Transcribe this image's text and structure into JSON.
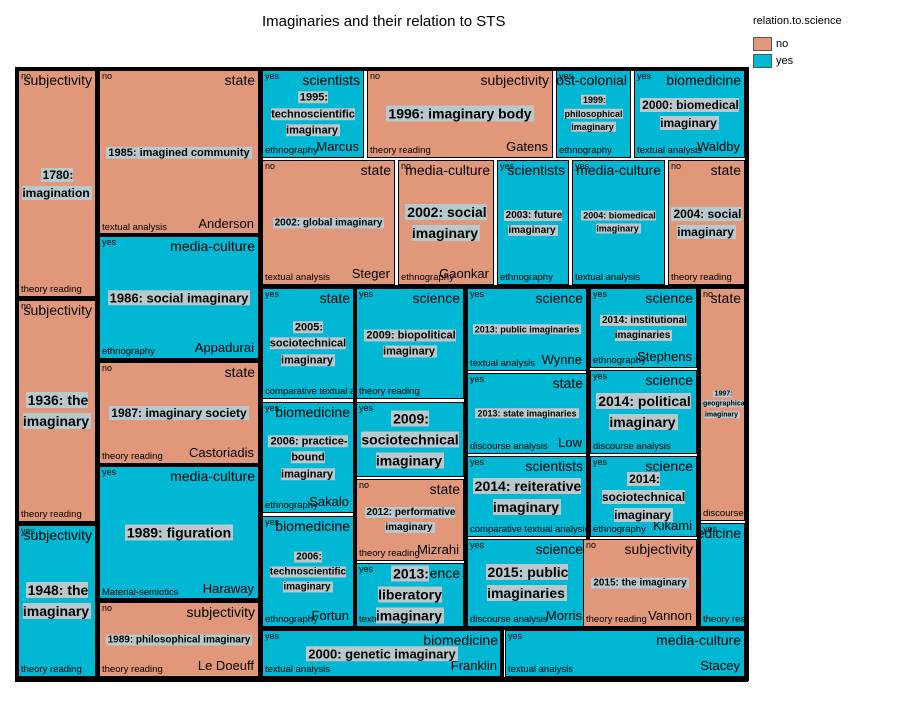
{
  "colors": {
    "no": "#e0977a",
    "yes": "#00b7d4"
  },
  "chart_data": {
    "type": "treemap",
    "title": "Imaginaries and their relation to STS",
    "legend": {
      "title": "relation.to.science",
      "entries": [
        "no",
        "yes"
      ],
      "placement": "top-right"
    },
    "tiles": [
      {
        "title": "1780: imagination",
        "relation": "no",
        "category": "subjectivity",
        "method": "theory reading",
        "author": ""
      },
      {
        "title": "1936: the imaginary",
        "relation": "no",
        "category": "subjectivity",
        "method": "theory reading",
        "author": ""
      },
      {
        "title": "1948: the imaginary",
        "relation": "yes",
        "category": "subjectivity",
        "method": "theory reading",
        "author": ""
      },
      {
        "title": "1985: imagined community",
        "relation": "no",
        "category": "state",
        "method": "textual analysis",
        "author": "Anderson"
      },
      {
        "title": "1986: social imaginary",
        "relation": "yes",
        "category": "media-culture",
        "method": "ethnography",
        "author": "Appadurai"
      },
      {
        "title": "1987: imaginary society",
        "relation": "no",
        "category": "state",
        "method": "theory reading",
        "author": "Castoriadis"
      },
      {
        "title": "1989: figuration",
        "relation": "yes",
        "category": "media-culture",
        "method": "Material-semiotics",
        "author": "Haraway"
      },
      {
        "title": "1989: philosophical imaginary",
        "relation": "no",
        "category": "subjectivity",
        "method": "theory reading",
        "author": "Le Doeuff"
      },
      {
        "title": "1995: technoscientific imaginary",
        "relation": "yes",
        "category": "scientists",
        "method": "ethnography",
        "author": "Marcus"
      },
      {
        "title": "1996: imaginary body",
        "relation": "no",
        "category": "subjectivity",
        "method": "theory reading",
        "author": "Gatens"
      },
      {
        "title": "1999: philosophical imaginary",
        "relation": "yes",
        "category": "post-colonial",
        "method": "ethnography",
        "author": ""
      },
      {
        "title": "2000: biomedical imaginary",
        "relation": "yes",
        "category": "biomedicine",
        "method": "textual analysis",
        "author": "Waldby"
      },
      {
        "title": "2002: global imaginary",
        "relation": "no",
        "category": "state",
        "method": "textual analysis",
        "author": "Steger"
      },
      {
        "title": "2002: social imaginary",
        "relation": "no",
        "category": "media-culture",
        "method": "ethnography",
        "author": "Gaonkar"
      },
      {
        "title": "2003: future imaginary",
        "relation": "yes",
        "category": "scientists",
        "method": "ethnography",
        "author": ""
      },
      {
        "title": "2004: biomedical imaginary",
        "relation": "yes",
        "category": "media-culture",
        "method": "textual analysis",
        "author": ""
      },
      {
        "title": "2004: social imaginary",
        "relation": "no",
        "category": "state",
        "method": "theory reading",
        "author": ""
      },
      {
        "title": "2005: sociotechnical imaginary",
        "relation": "yes",
        "category": "state",
        "method": "comparative textual analysis",
        "author": ""
      },
      {
        "title": "2006: practice-bound imaginary",
        "relation": "yes",
        "category": "biomedicine",
        "method": "ethnography",
        "author": "Sakalo"
      },
      {
        "title": "2006: technoscientific imaginary",
        "relation": "yes",
        "category": "biomedicine",
        "method": "ethnography",
        "author": "Fortun"
      },
      {
        "title": "2009: biopolitical imaginary",
        "relation": "yes",
        "category": "science",
        "method": "theory reading",
        "author": ""
      },
      {
        "title": "2009: sociotechnical imaginary",
        "relation": "yes",
        "category": "",
        "method": "",
        "author": ""
      },
      {
        "title": "2012: performative imaginary",
        "relation": "no",
        "category": "state",
        "method": "theory reading",
        "author": "Mizrahi"
      },
      {
        "title": "2013: liberatory imaginary",
        "relation": "yes",
        "category": "science",
        "method": "textual analysis",
        "author": ""
      },
      {
        "title": "2013: public imaginaries",
        "relation": "yes",
        "category": "science",
        "method": "textual analysis",
        "author": "Wynne"
      },
      {
        "title": "2013: state imaginaries",
        "relation": "yes",
        "category": "state",
        "method": "discourse analysis",
        "author": "Low"
      },
      {
        "title": "2014: reiterative imaginary",
        "relation": "yes",
        "category": "scientists",
        "method": "comparative textual analysis",
        "author": ""
      },
      {
        "title": "2015: public imaginaries",
        "relation": "yes",
        "category": "science",
        "method": "discourse analysis",
        "author": "Morris"
      },
      {
        "title": "2014: institutional imaginaries",
        "relation": "yes",
        "category": "science",
        "method": "ethnography",
        "author": "Stephens"
      },
      {
        "title": "2014: political imaginary",
        "relation": "yes",
        "category": "science",
        "method": "discourse analysis",
        "author": ""
      },
      {
        "title": "2014: sociotechnical imaginary",
        "relation": "yes",
        "category": "science",
        "method": "ethnography",
        "author": "Kikami"
      },
      {
        "title": "2015: the imaginary",
        "relation": "no",
        "category": "subjectivity",
        "method": "theory reading",
        "author": "Vannon"
      },
      {
        "title": "1997: geographical imaginary",
        "relation": "no",
        "category": "state",
        "method": "discourse analysis",
        "author": ""
      },
      {
        "title": "",
        "relation": "yes",
        "category": "medicine",
        "method": "theory reading",
        "author": ""
      },
      {
        "title": "2000: genetic imaginary",
        "relation": "yes",
        "category": "biomedicine",
        "method": "textual analysis",
        "author": "Franklin"
      },
      {
        "title": "",
        "relation": "yes",
        "category": "media-culture",
        "method": "textual analysis",
        "author": "Stacey"
      }
    ]
  }
}
